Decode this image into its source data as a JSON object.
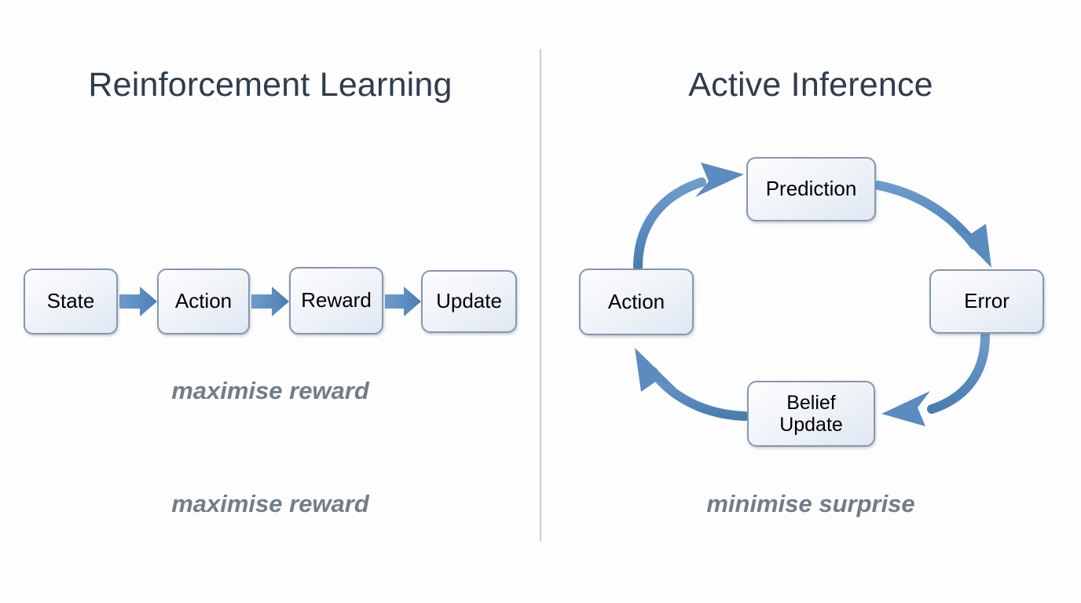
{
  "background_color": "#fdfdfd",
  "divider": {
    "color": "#c6cfdb"
  },
  "theme": {
    "title_color": "#2e3d4d",
    "node_border_color": "#8697ad",
    "node_fill_color": "#eef2f8",
    "node_text_color": "#000000",
    "arrow_color": "#5b8cc0",
    "caption_color": "#717d89"
  },
  "left_panel": {
    "title": "Reinforcement Learning",
    "nodes": [
      {
        "id": "state",
        "label": "State"
      },
      {
        "id": "action",
        "label": "Action"
      },
      {
        "id": "reward",
        "label": "Reward"
      },
      {
        "id": "update",
        "label": "Update"
      }
    ],
    "arrows": [
      {
        "from": "State",
        "to": "Action",
        "style": "straight"
      },
      {
        "from": "Action",
        "to": "Reward",
        "style": "straight"
      },
      {
        "from": "Reward",
        "to": "Update",
        "style": "straight"
      }
    ],
    "caption_top": "maximise reward",
    "caption_bottom": "maximise reward"
  },
  "right_panel": {
    "title": "Active Inference",
    "nodes": [
      {
        "id": "prediction",
        "label": "Prediction"
      },
      {
        "id": "error",
        "label": "Error"
      },
      {
        "id": "belief",
        "label": "Belief\nUpdate"
      },
      {
        "id": "action",
        "label": "Action"
      }
    ],
    "arrows": [
      {
        "from": "Action",
        "to": "Prediction",
        "style": "curved"
      },
      {
        "from": "Prediction",
        "to": "Error",
        "style": "curved"
      },
      {
        "from": "Error",
        "to": "Belief Update",
        "style": "curved"
      },
      {
        "from": "Belief Update",
        "to": "Action",
        "style": "curved"
      }
    ],
    "caption_bottom": "minimise surprise"
  }
}
